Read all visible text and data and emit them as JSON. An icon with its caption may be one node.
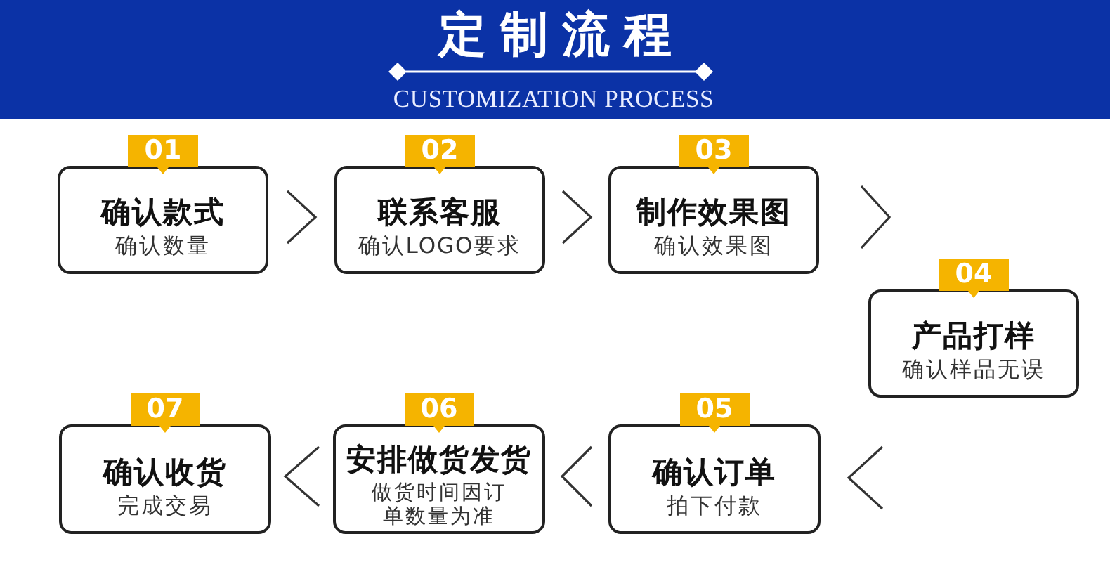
{
  "diagram": {
    "title": "定制流程",
    "nodes": [
      {
        "text": [
          "确认款式",
          "确认数量"
        ],
        "beside": [
          "01"
        ]
      },
      {
        "text": [
          "联系客服",
          "确认LOGO要求"
        ],
        "beside": [
          "02"
        ]
      },
      {
        "text": [
          "制作效果图",
          "确认效果图"
        ],
        "beside": [
          "03"
        ]
      },
      {
        "text": [
          "产品打样",
          "确认样品无误"
        ],
        "beside": [
          "04"
        ]
      },
      {
        "text": [
          "确认订单",
          "拍下付款"
        ],
        "beside": [
          "05"
        ]
      },
      {
        "text": [
          "安排做货发货",
          "做货时间因订单数量为准"
        ],
        "beside": [
          "06"
        ]
      },
      {
        "text": [
          "确认收货",
          "完成交易"
        ],
        "beside": [
          "07"
        ]
      }
    ],
    "edges": [
      {
        "from": 0,
        "to": 1,
        "arrow": "to"
      },
      {
        "from": 1,
        "to": 2,
        "arrow": "to"
      },
      {
        "from": 2,
        "to": null,
        "arrow": "to"
      },
      {
        "from": 3,
        "to": 4,
        "arrow": "to"
      },
      {
        "from": 4,
        "to": 5,
        "arrow": "to"
      },
      {
        "from": 5,
        "to": 6,
        "arrow": "to"
      }
    ],
    "labels": [
      "CUSTOMIZATION PROCESS"
    ]
  }
}
